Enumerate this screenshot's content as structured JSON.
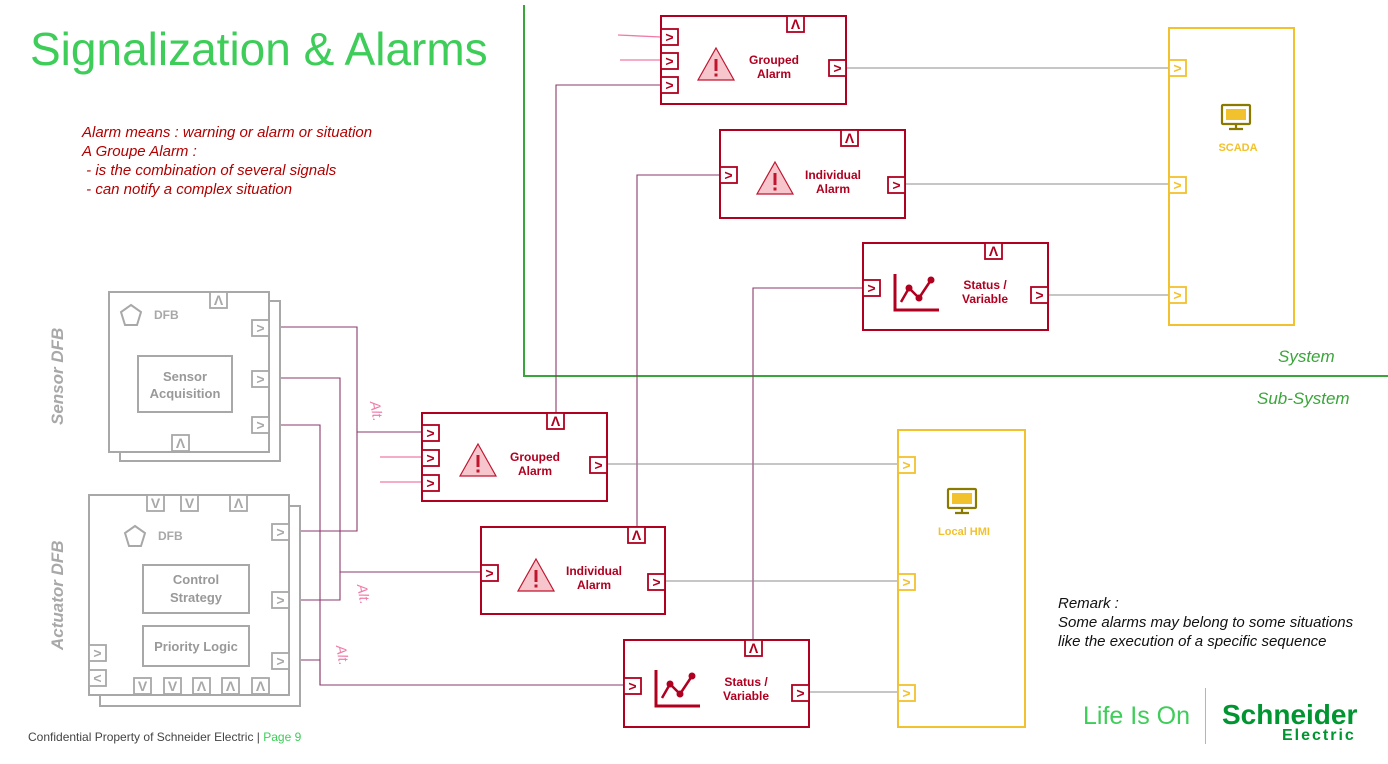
{
  "page": {
    "title": "Signalization & Alarms",
    "note": [
      "Alarm means : warning or alarm or situation",
      "A Groupe Alarm :",
      " - is the combination of several signals",
      " - can notify a complex situation"
    ],
    "remark": [
      "Remark :",
      "Some alarms may belong to some situations",
      "like the execution of a specific sequence"
    ],
    "footer": {
      "text": "Confidential Property of Schneider Electric |",
      "page": "Page 9"
    },
    "logo": {
      "tagline": "Life Is On",
      "brand_top": "Schneider",
      "brand_bottom": "Electric"
    }
  },
  "zones": {
    "system": "System",
    "subsystem": "Sub-System"
  },
  "side_labels": {
    "sensor": "Sensor DFB",
    "actuator": "Actuator DFB"
  },
  "blocks": {
    "sensor_dfb": {
      "tag": "DFB",
      "inner": [
        "Sensor",
        "Acquisition"
      ]
    },
    "actuator_dfb": {
      "tag": "DFB",
      "inner1": [
        "Control",
        "Strategy"
      ],
      "inner2": "Priority Logic"
    },
    "sys_grouped": [
      "Grouped",
      "Alarm"
    ],
    "sys_individual": [
      "Individual",
      "Alarm"
    ],
    "sys_status": [
      "Status /",
      "Variable"
    ],
    "sub_grouped": [
      "Grouped",
      "Alarm"
    ],
    "sub_individual": [
      "Individual",
      "Alarm"
    ],
    "sub_status": [
      "Status /",
      "Variable"
    ],
    "scada": "SCADA",
    "local_hmi": "Local HMI"
  },
  "alt_label": "Alt.",
  "port_glyphs": {
    "in": ">",
    "up": "Λ",
    "down": "V",
    "left": "<"
  },
  "colors": {
    "green": "#3dcd58",
    "system_green": "#3aa53a",
    "alarm_red": "#b00020",
    "scada_yellow": "#f2c12e",
    "dfb_gray": "#a8a8a8",
    "pink": "#f07aa8",
    "purple": "#8b3a6b"
  }
}
